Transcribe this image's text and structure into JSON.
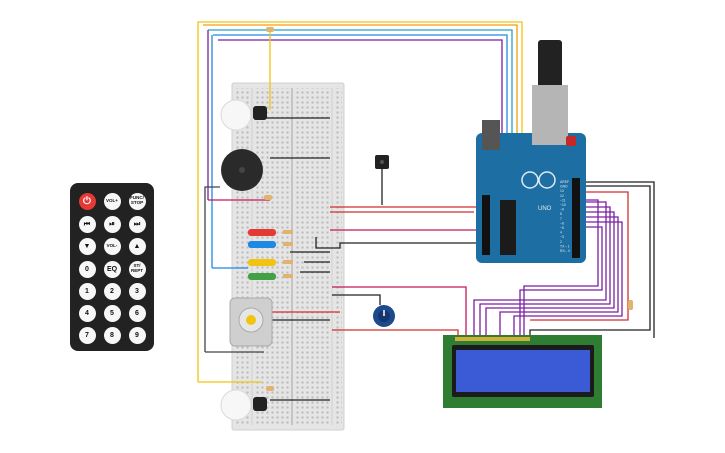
{
  "remote": {
    "buttons": [
      {
        "label": "⏻",
        "name": "power-button"
      },
      {
        "label": "VOL+",
        "name": "vol-up-button"
      },
      {
        "label": "FUNC/ STOP",
        "name": "func-stop-button"
      },
      {
        "label": "⏮",
        "name": "prev-button"
      },
      {
        "label": "⏯",
        "name": "play-pause-button"
      },
      {
        "label": "⏭",
        "name": "next-button"
      },
      {
        "label": "▼",
        "name": "down-button"
      },
      {
        "label": "VOL-",
        "name": "vol-down-button"
      },
      {
        "label": "▲",
        "name": "up-button"
      },
      {
        "label": "0",
        "name": "key-0-button"
      },
      {
        "label": "EQ",
        "name": "eq-button"
      },
      {
        "label": "ST/ REPT",
        "name": "st-rept-button"
      },
      {
        "label": "1",
        "name": "key-1-button"
      },
      {
        "label": "2",
        "name": "key-2-button"
      },
      {
        "label": "3",
        "name": "key-3-button"
      },
      {
        "label": "4",
        "name": "key-4-button"
      },
      {
        "label": "5",
        "name": "key-5-button"
      },
      {
        "label": "6",
        "name": "key-6-button"
      },
      {
        "label": "7",
        "name": "key-7-button"
      },
      {
        "label": "8",
        "name": "key-8-button"
      },
      {
        "label": "9",
        "name": "key-9-button"
      }
    ]
  },
  "arduino": {
    "model_label": "UNO",
    "pin_labels": [
      "AREF",
      "GND",
      "13",
      "12",
      "~11",
      "~10",
      "~9",
      "8",
      "7",
      "~6",
      "~5",
      "4",
      "~3",
      "2",
      "TX→1",
      "RX←0"
    ]
  },
  "colors": {
    "breadboard": "#e5e5e5",
    "arduino": "#1d6fa3",
    "lcd_screen": "#3b5bd6",
    "lcd_board": "#2e7d32",
    "wire_red": "#d32f2f",
    "wire_black": "#222222",
    "wire_purple": "#7b1fa2",
    "wire_magenta": "#c2185b",
    "wire_yellow": "#f2c40f",
    "wire_blue": "#1e88e5",
    "wire_orange": "#f39c12",
    "wire_cyan": "#26a0c9"
  }
}
